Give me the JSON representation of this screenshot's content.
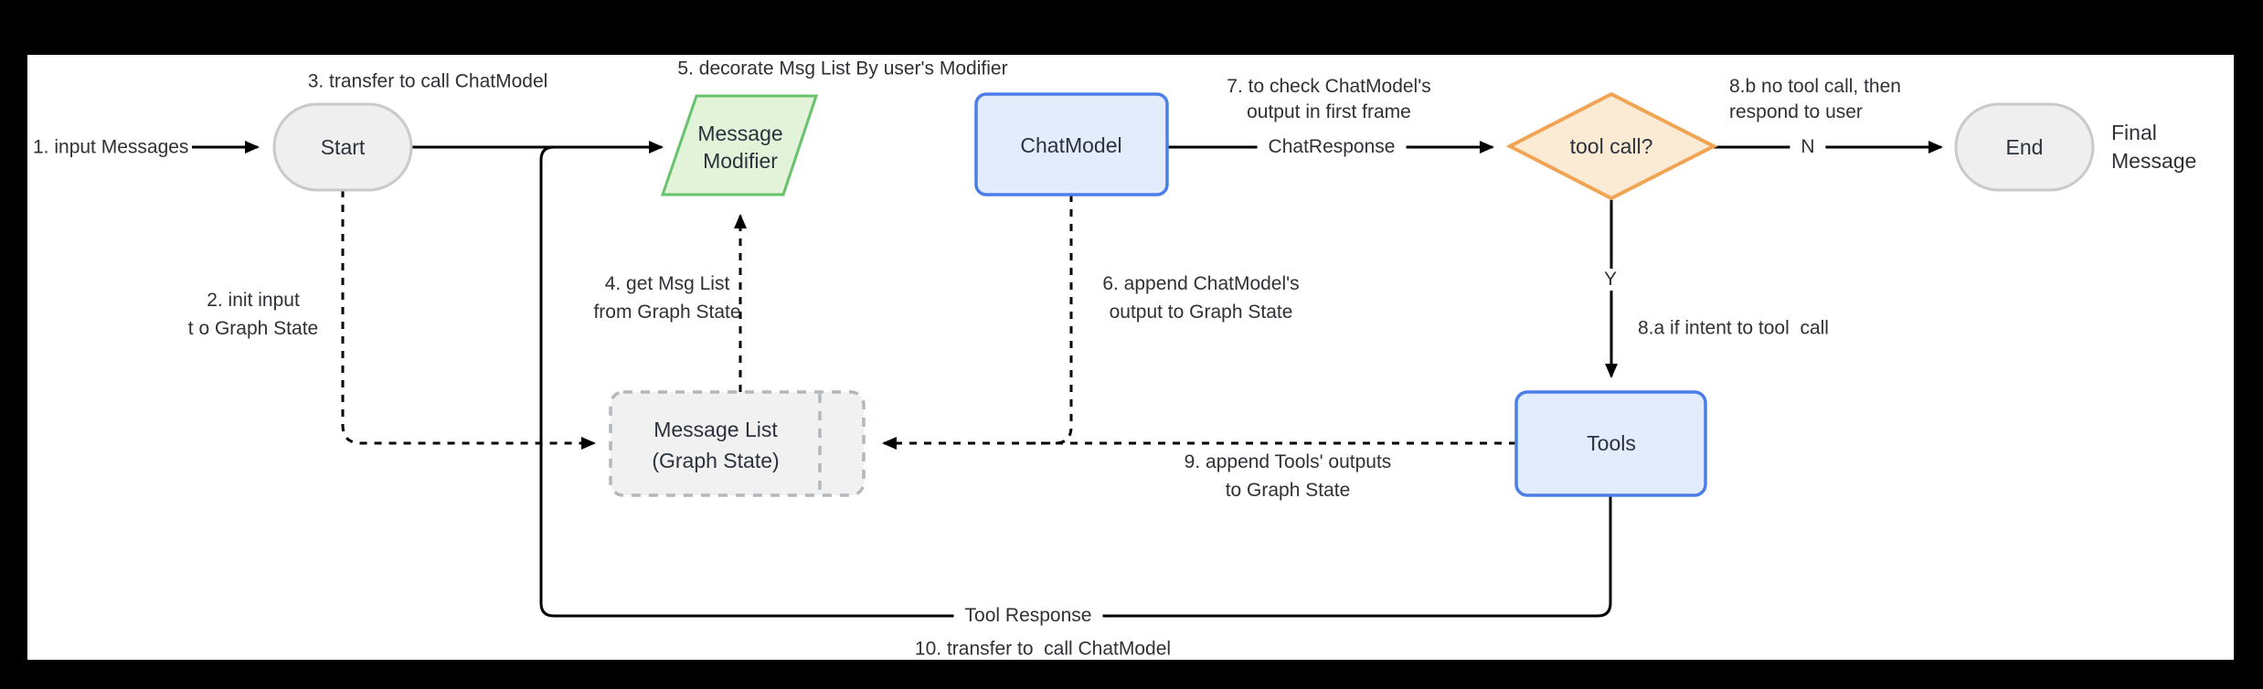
{
  "diagram": {
    "title_hint": "agent chat-model / tools flowchart",
    "nodes": {
      "start": "Start",
      "message_modifier": "Message\nModifier",
      "chat_model": "ChatModel",
      "tool_call_decision": "tool call?",
      "end": "End",
      "tools": "Tools",
      "message_list": "Message List\n(Graph State)"
    },
    "edge_labels": {
      "chat_response": "ChatResponse",
      "no": "N",
      "yes": "Y",
      "tool_response": "Tool Response",
      "final_message": "Final Message"
    },
    "annotations": {
      "step1": "1. input Messages",
      "step2": "2. init input\nt o Graph State",
      "step3": "3. transfer to call ChatModel",
      "step4": "4. get Msg List\nfrom Graph State",
      "step5": "5. decorate Msg List By user's Modifier",
      "step6": "6. append ChatModel's\noutput to Graph State",
      "step7": "7. to check ChatModel's\noutput in first frame",
      "step8a": "8.a if intent to tool  call",
      "step8b": "8.b no tool call, then\nrespond to user",
      "step9": "9. append Tools' outputs\nto Graph State",
      "step10": "10. transfer to  call ChatModel"
    },
    "colors": {
      "background_outer": "#000000",
      "background_canvas": "#ffffff",
      "stadium_fill": "#efeff0",
      "stadium_stroke": "#c7c9cb",
      "blue_fill": "#e3ecfc",
      "blue_stroke": "#4b7ee8",
      "green_fill": "#e2f3da",
      "green_stroke": "#66c36b",
      "orange_fill": "#fcebd4",
      "orange_stroke": "#f2a455",
      "gray_box_fill": "#f1f1f2",
      "gray_box_stroke": "#b4b7bb",
      "line": "#000000",
      "text": "#2e3136"
    }
  }
}
